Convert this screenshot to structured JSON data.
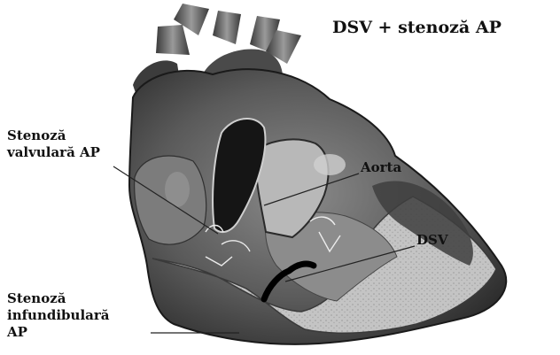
{
  "title": "DSV + stenoză AP",
  "labels": {
    "stenoza_valvulara": "Stenoză\nvalvulară AP",
    "aorta": "Aorta",
    "dsv": "DSV",
    "stenoza_infundibulara": "Stenoză\ninfundibulară\nAP"
  },
  "colors": {
    "background": "#ffffff",
    "text": "#111111",
    "tissue_dark": "#2a2a2a",
    "tissue_mid": "#6e6e6e",
    "tissue_light": "#bdbdbd",
    "defect_mark": "#000000"
  }
}
